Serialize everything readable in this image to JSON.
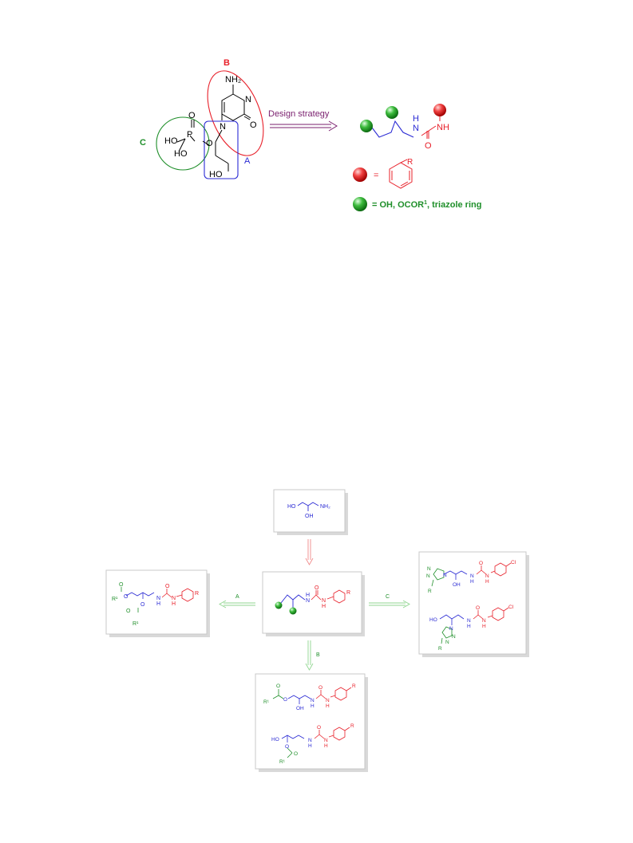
{
  "figure1": {
    "label_A": "A",
    "label_B": "B",
    "label_C": "C",
    "arrow_label": "Design strategy",
    "legend_red_eq": "=",
    "legend_R": "R",
    "legend_green": "= OH, OCOR",
    "legend_green_sup": "1",
    "legend_green_tail": ", triazole ring",
    "drug": {
      "nh2": "NH₂",
      "n_ring": "N",
      "n1": "N",
      "o_carbonyl": "O",
      "ho_top": "HO",
      "p": "P",
      "o_p": "O",
      "ho_bottom": "HO",
      "o_ether": "O",
      "ho_chain": "HO"
    },
    "generic": {
      "nh1": "N",
      "h1": "H",
      "nh2": "NH",
      "o": "O"
    },
    "colors": {
      "red": "#e8202a",
      "green": "#1f8f2a",
      "blue": "#2b2bd4",
      "purple": "#7a1f6e"
    }
  },
  "scheme": {
    "start": {
      "ho": "HO",
      "nh2": "NH₂",
      "oh": "OH"
    },
    "center": {
      "n": "N",
      "h": "H",
      "o": "O",
      "nh": "N",
      "nh_h": "H",
      "r": "R"
    },
    "route_A": "A",
    "route_B": "B",
    "route_C": "C",
    "left": {
      "r1a": "R¹",
      "o1": "O",
      "o2": "O",
      "r1b": "R¹",
      "o3": "O",
      "o4": "O",
      "n": "N",
      "h": "H",
      "o": "O",
      "nh": "N",
      "nh_h": "H",
      "r": "R"
    },
    "right": {
      "top": {
        "n1": "N",
        "n2": "N",
        "n3": "N",
        "r": "R",
        "oh": "OH",
        "n": "N",
        "h": "H",
        "o": "O",
        "nh": "N",
        "nh_h": "H",
        "cl": "Cl"
      },
      "bottom": {
        "ho": "HO",
        "n1": "N",
        "n2": "N",
        "n3": "N",
        "r": "R",
        "n": "N",
        "h": "H",
        "o": "O",
        "nh": "N",
        "nh_h": "H",
        "cl": "Cl"
      }
    },
    "bottom": {
      "top": {
        "r1": "R¹",
        "o1": "O",
        "o2": "O",
        "oh": "OH",
        "n": "N",
        "h": "H",
        "o": "O",
        "nh": "N",
        "nh_h": "H",
        "r": "R"
      },
      "lower": {
        "ho": "HO",
        "r1": "R¹",
        "o1": "O",
        "o2": "O",
        "n": "N",
        "h": "H",
        "o": "O",
        "nh": "N",
        "nh_h": "H",
        "r": "R"
      }
    }
  }
}
